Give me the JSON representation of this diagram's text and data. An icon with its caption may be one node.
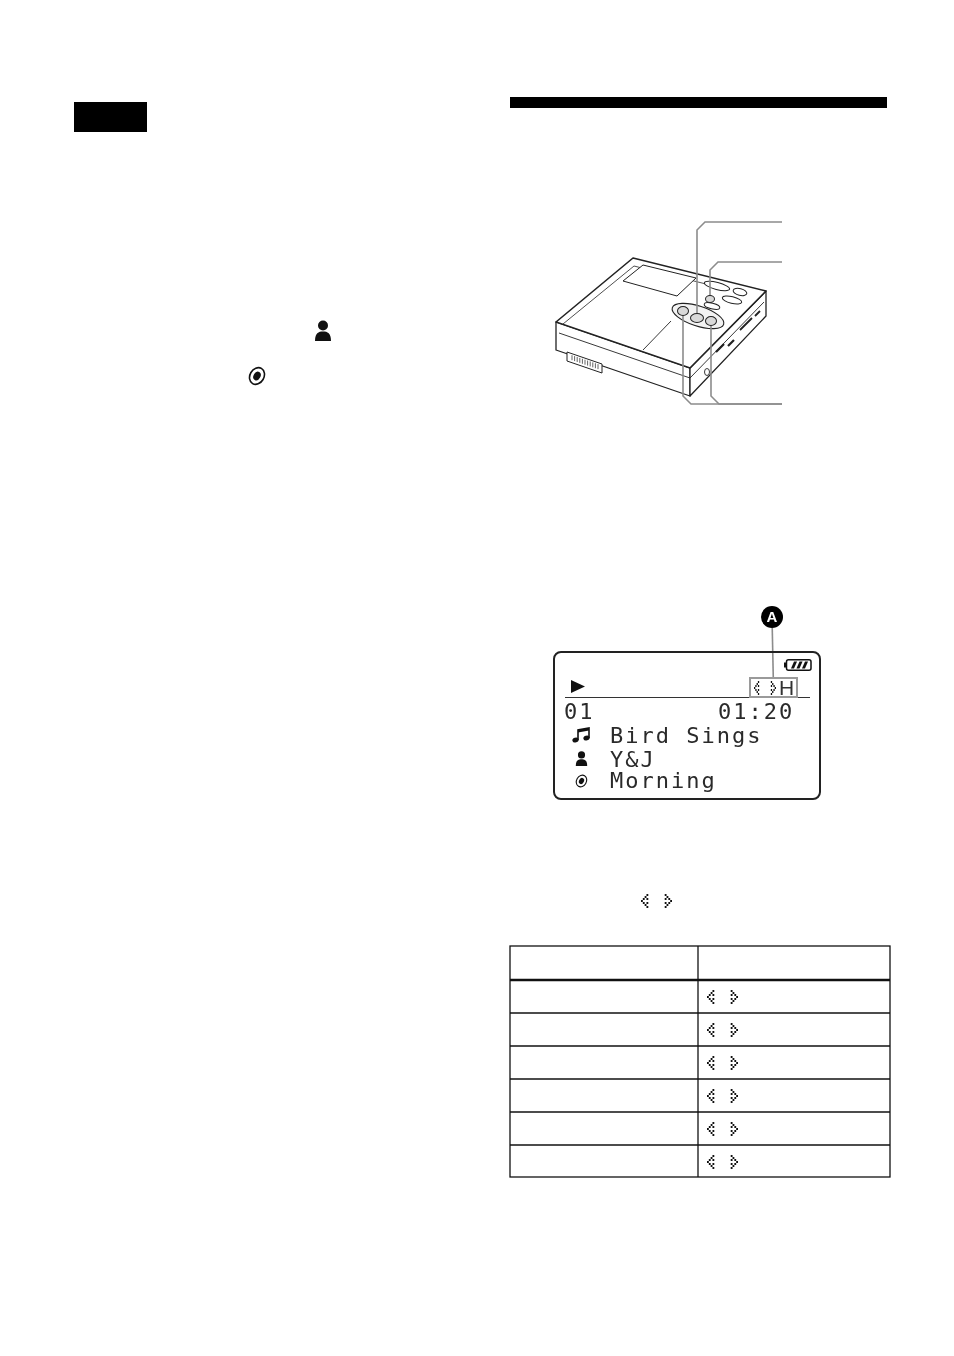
{
  "diagram": {
    "nodes": [
      {
        "text": [],
        "shape": "box"
      },
      {
        "text": [],
        "shape": "circle"
      },
      {
        "text": [],
        "shape": "circle"
      },
      {
        "text": [],
        "shape": "circle"
      },
      {
        "text": [],
        "shape": "circle"
      },
      {
        "text": [
          "A"
        ]
      },
      {
        "text": [
          "01",
          "01:20",
          "Bird Sings",
          "Y&J",
          "Morning"
        ]
      },
      {
        "text": [
          "H"
        ],
        "in": 6
      }
    ],
    "edges": [
      {
        "from": null,
        "to": 1,
        "arrow": "none"
      },
      {
        "from": null,
        "to": 2,
        "arrow": "none"
      },
      {
        "from": null,
        "to": 3,
        "arrow": "none"
      },
      {
        "from": null,
        "to": 4,
        "arrow": "none"
      },
      {
        "from": 5,
        "to": 7,
        "arrow": "none"
      }
    ]
  }
}
